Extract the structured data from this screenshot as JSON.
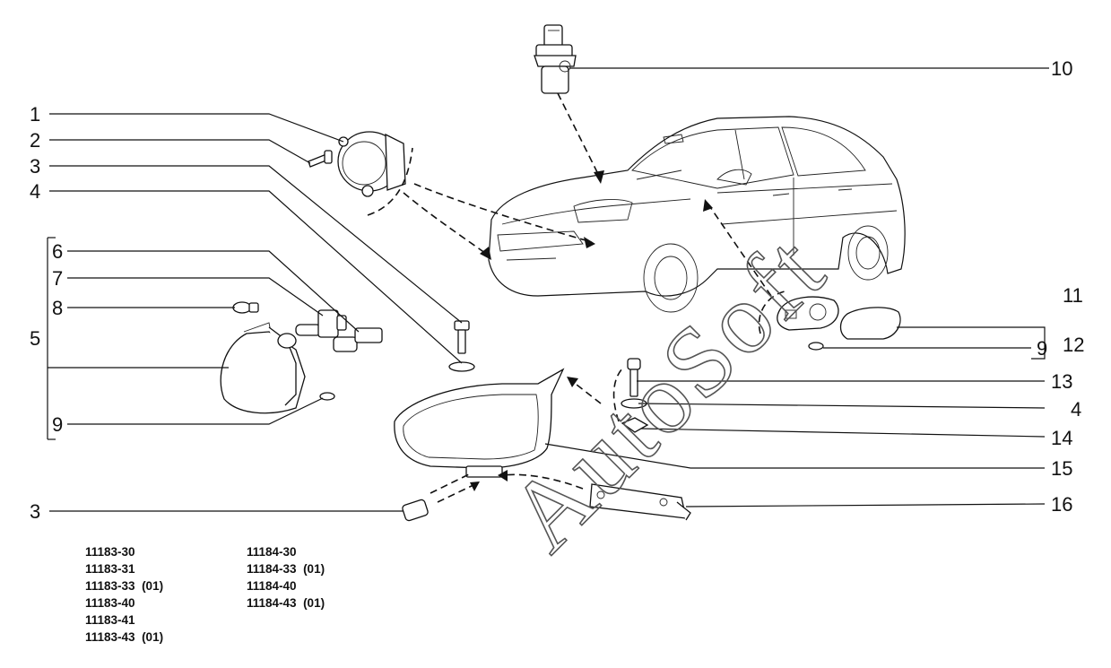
{
  "callouts": {
    "c1": "1",
    "c2": "2",
    "c3a": "3",
    "c4a": "4",
    "c5": "5",
    "c6": "6",
    "c7": "7",
    "c8": "8",
    "c9a": "9",
    "c3b": "3",
    "c10": "10",
    "c11": "11",
    "c12": "12",
    "c9b": "9",
    "c13": "13",
    "c4b": "4",
    "c14": "14",
    "c15": "15",
    "c16": "16"
  },
  "watermark": "AutoSoft",
  "model_codes": {
    "left": [
      "11183-30",
      "11183-31",
      "11183-33  (01)",
      "11183-40",
      "11183-41",
      "11183-43  (01)"
    ],
    "right": [
      "11184-30",
      "11184-33  (01)",
      "11184-40",
      "11184-43  (01)"
    ]
  }
}
